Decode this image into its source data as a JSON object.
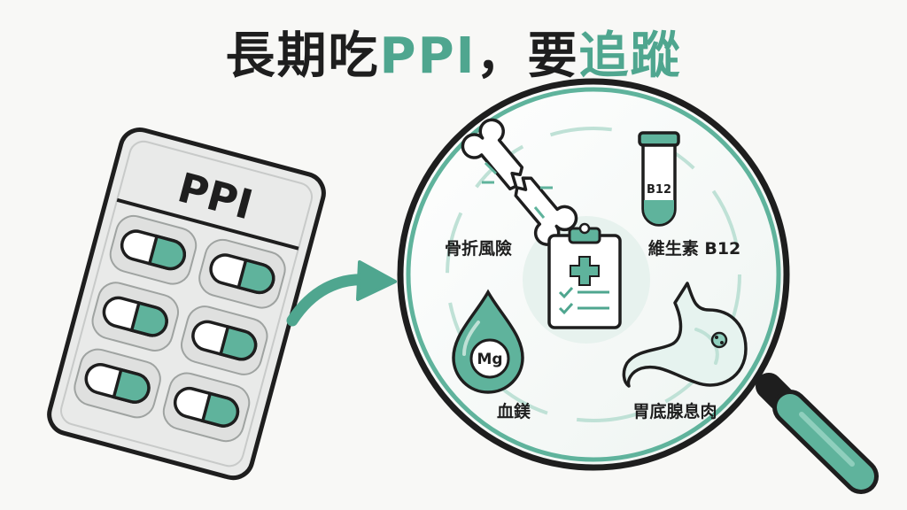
{
  "title": {
    "part1": "長期吃",
    "part2": "PPI",
    "part3": "，要",
    "part4": "追蹤"
  },
  "pack_label": "PPI",
  "risks": [
    {
      "label": "骨折風險",
      "icon": "broken-bone-icon"
    },
    {
      "label": "維生素 B12",
      "icon": "test-tube-icon"
    },
    {
      "label": "血鎂",
      "icon": "drop-icon"
    },
    {
      "label": "胃底腺息肉",
      "icon": "stomach-icon"
    }
  ],
  "tube_text": "B12",
  "drop_text": "Mg",
  "center_icon": "clipboard-icon",
  "colors": {
    "accent": "#4fa68f",
    "accent_light": "#bfe1d6",
    "ink": "#1e1e1e"
  }
}
